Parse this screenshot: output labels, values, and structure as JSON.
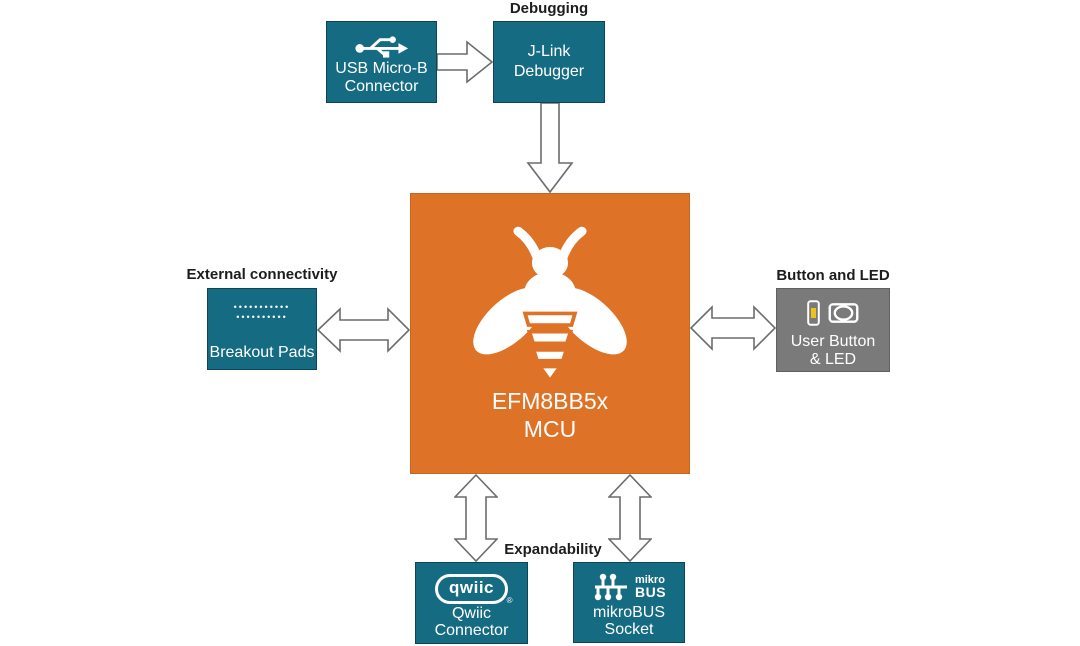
{
  "colors": {
    "teal": "#156B82",
    "orange": "#DE7226",
    "gray": "#7A7A7A",
    "arrow_outline": "#6A6C6E",
    "label_text": "#1D1D1D",
    "box_text": "#FFFFFF",
    "led_yellow": "#EFC319"
  },
  "labels": {
    "debugging": "Debugging",
    "external_connectivity": "External connectivity",
    "button_and_led": "Button and LED",
    "expandability": "Expandability"
  },
  "nodes": {
    "usb": {
      "line1": "USB Micro-B",
      "line2": "Connector"
    },
    "jlink": {
      "line1": "J-Link",
      "line2": "Debugger"
    },
    "mcu": {
      "line1": "EFM8BB5x",
      "line2": "MCU"
    },
    "breakout": {
      "label": "Breakout Pads",
      "dots_row1": "•••••••••••",
      "dots_row2": "••••••••••"
    },
    "user_button": {
      "line1": "User Button",
      "line2": "& LED"
    },
    "qwiic": {
      "logo": "qwiic",
      "registered": "®",
      "line1": "Qwiic",
      "line2": "Connector"
    },
    "mikrobus": {
      "logo_top": "mikro",
      "logo_bottom": "BUS",
      "line1": "mikroBUS",
      "line2": "Socket"
    }
  }
}
